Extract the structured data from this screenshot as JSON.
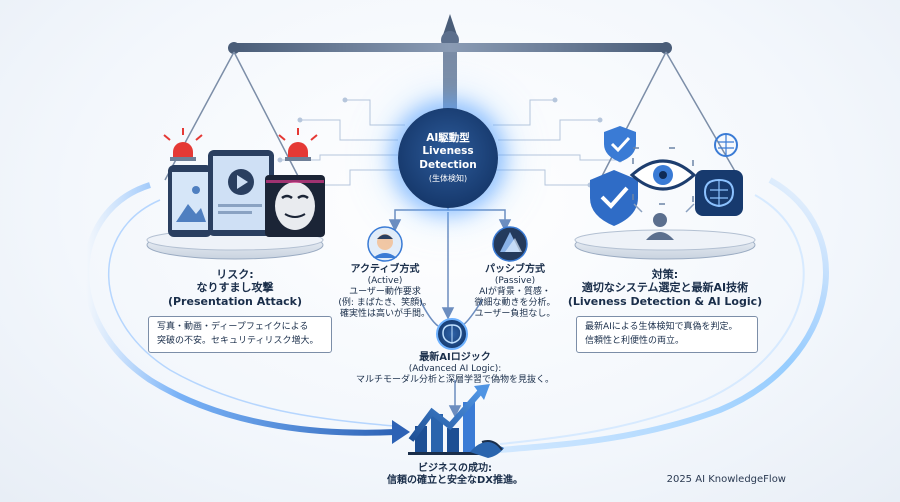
{
  "hub": {
    "line1": "AI駆動型",
    "line2": "Liveness",
    "line3": "Detection",
    "line4": "(生体検知)"
  },
  "left": {
    "title": "リスク:",
    "subtitle": "なりすまし攻撃",
    "english": "(Presentation Attack)",
    "desc_line1": "写真・動画・ディープフェイクによる",
    "desc_line2": "突破の不安。セキュリティリスク増大。"
  },
  "right": {
    "title": "対策:",
    "subtitle": "適切なシステム選定と最新AI技術",
    "english": "(Liveness Detection & AI Logic)",
    "desc_line1": "最新AIによる生体検知で真偽を判定。",
    "desc_line2": "信頼性と利便性の両立。"
  },
  "active": {
    "title": "アクティブ方式",
    "english": "(Active)",
    "line1": "ユーザー動作要求",
    "line2": "(例: まばたき、笑顔)。",
    "line3": "確実性は高いが手間。"
  },
  "passive": {
    "title": "パッシブ方式",
    "english": "(Passive)",
    "line1": "AIが背景・質感・",
    "line2": "微細な動きを分析。",
    "line3": "ユーザー負担なし。"
  },
  "logic": {
    "title": "最新AIロジック",
    "english": "(Advanced AI Logic):",
    "line1": "マルチモーダル分析と深層学習で偽物を見抜く。"
  },
  "business": {
    "title": "ビジネスの成功:",
    "line1": "信頼の確立と安全なDX推進。"
  },
  "footer": "2025 AI KnowledgeFlow",
  "colors": {
    "navy": "#1a2e4a",
    "blue": "#3a7bd5",
    "glow": "#6fb2ff",
    "alarm": "#e53935"
  }
}
